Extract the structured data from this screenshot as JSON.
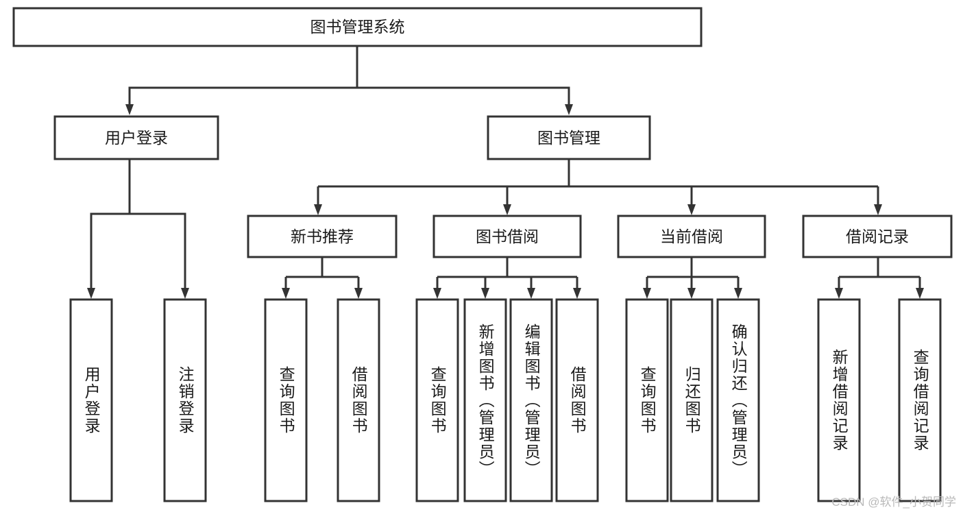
{
  "diagram": {
    "type": "tree-hierarchy-chart",
    "title": "图书管理系统",
    "orientation": "top-down",
    "colors": {
      "box_stroke": "#333333",
      "box_fill": "#ffffff",
      "connector": "#333333",
      "text": "#1a1a1a",
      "watermark": "#b9b9b9",
      "background": "#ffffff"
    },
    "levels": {
      "level0": [
        "图书管理系统"
      ],
      "level1": [
        "用户登录",
        "图书管理"
      ],
      "level2": [
        "新书推荐",
        "图书借阅",
        "当前借阅",
        "借阅记录"
      ],
      "level3": [
        "用户登录",
        "注销登录",
        "查询图书",
        "借阅图书",
        "查询图书",
        "新增图书（管理员）",
        "编辑图书（管理员）",
        "借阅图书",
        "查询图书",
        "归还图书",
        "确认归还（管理员）",
        "新增借阅记录",
        "查询借阅记录"
      ]
    },
    "nodes": {
      "root": {
        "label": "图书管理系统"
      },
      "user_login": {
        "label": "用户登录"
      },
      "book_manage": {
        "label": "图书管理"
      },
      "new_book_rec": {
        "label": "新书推荐"
      },
      "book_borrow": {
        "label": "图书借阅"
      },
      "current_borrow": {
        "label": "当前借阅"
      },
      "borrow_record": {
        "label": "借阅记录"
      },
      "leaf_user_login": {
        "label": "用户登录"
      },
      "leaf_logout": {
        "label": "注销登录"
      },
      "leaf_query_book_a": {
        "label": "查询图书"
      },
      "leaf_borrow_book_a": {
        "label": "借阅图书"
      },
      "leaf_query_book_b": {
        "label": "查询图书"
      },
      "leaf_add_book": {
        "label": "新增图书（管理员）"
      },
      "leaf_edit_book": {
        "label": "编辑图书（管理员）"
      },
      "leaf_borrow_book_b": {
        "label": "借阅图书"
      },
      "leaf_query_book_c": {
        "label": "查询图书"
      },
      "leaf_return_book": {
        "label": "归还图书"
      },
      "leaf_confirm_return": {
        "label": "确认归还（管理员）"
      },
      "leaf_add_record": {
        "label": "新增借阅记录"
      },
      "leaf_query_record": {
        "label": "查询借阅记录"
      }
    },
    "edges": [
      {
        "from": "图书管理系统",
        "to": "用户登录"
      },
      {
        "from": "图书管理系统",
        "to": "图书管理"
      },
      {
        "from": "用户登录",
        "to": "用户登录"
      },
      {
        "from": "用户登录",
        "to": "注销登录"
      },
      {
        "from": "图书管理",
        "to": "新书推荐"
      },
      {
        "from": "图书管理",
        "to": "图书借阅"
      },
      {
        "from": "图书管理",
        "to": "当前借阅"
      },
      {
        "from": "图书管理",
        "to": "借阅记录"
      },
      {
        "from": "新书推荐",
        "to": "查询图书"
      },
      {
        "from": "新书推荐",
        "to": "借阅图书"
      },
      {
        "from": "图书借阅",
        "to": "查询图书"
      },
      {
        "from": "图书借阅",
        "to": "新增图书（管理员）"
      },
      {
        "from": "图书借阅",
        "to": "编辑图书（管理员）"
      },
      {
        "from": "图书借阅",
        "to": "借阅图书"
      },
      {
        "from": "当前借阅",
        "to": "查询图书"
      },
      {
        "from": "当前借阅",
        "to": "归还图书"
      },
      {
        "from": "当前借阅",
        "to": "确认归还（管理员）"
      },
      {
        "from": "借阅记录",
        "to": "新增借阅记录"
      },
      {
        "from": "借阅记录",
        "to": "查询借阅记录"
      }
    ]
  },
  "watermark": {
    "text": "CSDN @软件_小贺同学"
  }
}
